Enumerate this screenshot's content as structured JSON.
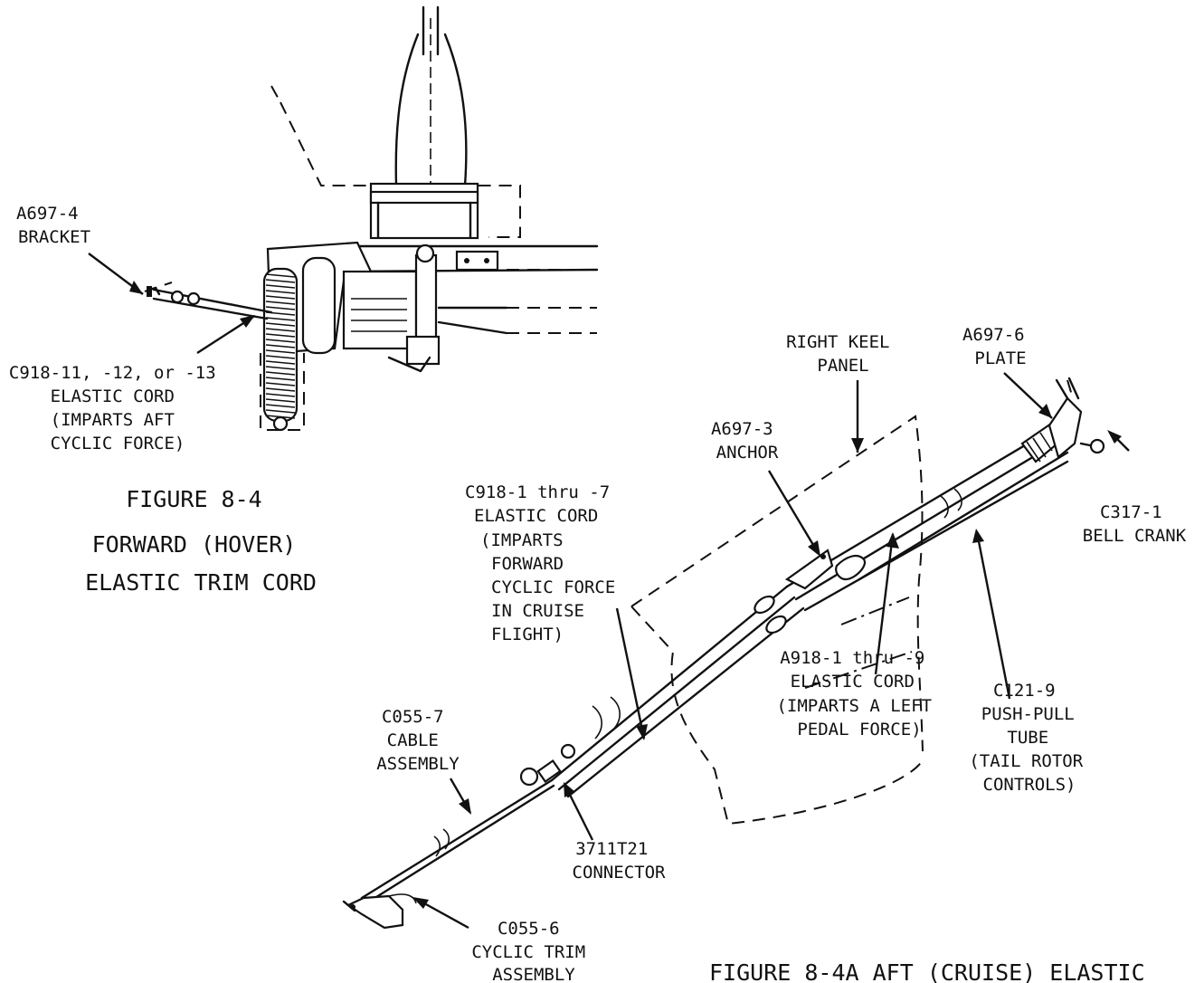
{
  "labels": {
    "a697_4": [
      "A697-4",
      "BRACKET"
    ],
    "c918_11": [
      "C918-11, -12, or -13",
      "ELASTIC CORD",
      "(IMPARTS AFT",
      "CYCLIC FORCE)"
    ],
    "right_keel": [
      "RIGHT KEEL",
      "PANEL"
    ],
    "a697_6": [
      "A697-6",
      "PLATE"
    ],
    "a697_3": [
      "A697-3",
      "ANCHOR"
    ],
    "c317_1": [
      "C317-1",
      "BELL CRANK"
    ],
    "c918_1": [
      "C918-1 thru -7",
      "ELASTIC CORD",
      "(IMPARTS",
      "FORWARD",
      "CYCLIC FORCE",
      "IN CRUISE",
      "FLIGHT)"
    ],
    "a918_1": [
      "A918-1 thru -9",
      "ELASTIC CORD",
      "(IMPARTS A LEFT",
      "PEDAL FORCE)"
    ],
    "c121_9": [
      "C121-9",
      "PUSH-PULL",
      "TUBE",
      "(TAIL ROTOR",
      "CONTROLS)"
    ],
    "c055_7": [
      "C055-7",
      "CABLE",
      "ASSEMBLY"
    ],
    "connector": [
      "3711T21",
      "CONNECTOR"
    ],
    "c055_6": [
      "C055-6",
      "CYCLIC TRIM",
      "ASSEMBLY"
    ]
  },
  "captions": {
    "fig_8_4": [
      "FIGURE 8-4",
      "FORWARD (HOVER)",
      "ELASTIC TRIM CORD"
    ],
    "fig_8_4a": "FIGURE 8-4A  AFT (CRUISE) ELASTIC"
  }
}
